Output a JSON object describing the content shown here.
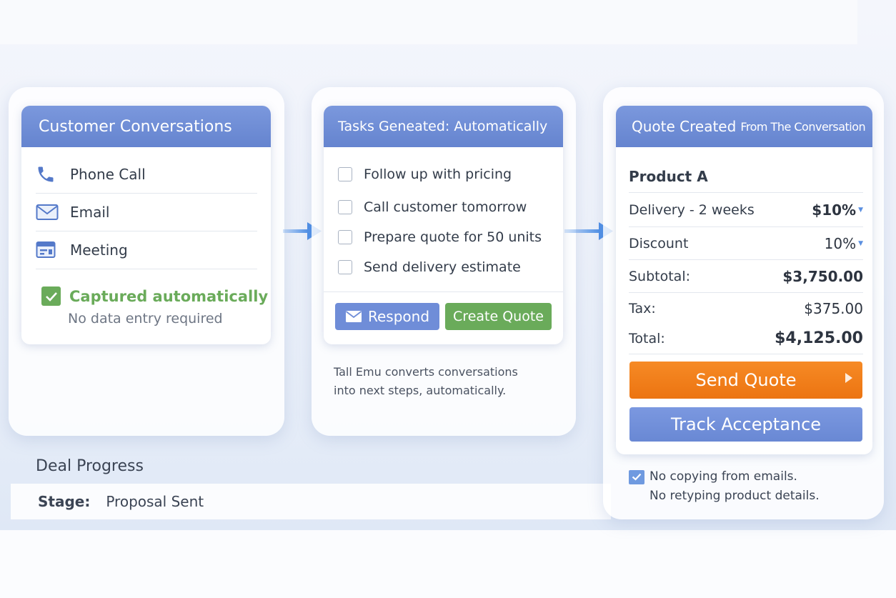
{
  "conversations": {
    "title": "Customer Conversations",
    "items": [
      {
        "label": "Phone Call",
        "icon": "phone-icon"
      },
      {
        "label": "Email",
        "icon": "email-icon"
      },
      {
        "label": "Meeting",
        "icon": "meeting-icon"
      }
    ],
    "captured": "Captured automatically",
    "no_entry": "No data entry required"
  },
  "tasks": {
    "title": "Tasks Geneated: Automatically",
    "items": [
      "Follow up with pricing",
      "Call customer tomorrow",
      "Prepare quote for 50 units",
      "Send delivery estimate"
    ],
    "respond_label": "Respond",
    "create_quote_label": "Create Quote",
    "caption_line1": "Tall Emu converts conversations",
    "caption_line2": "into next steps, automatically."
  },
  "quote": {
    "title_main": "Quote Created",
    "title_sub": "From The Conversation",
    "product": "Product A",
    "rows": [
      {
        "label": "Delivery - 2 weeks",
        "value": "$10%"
      },
      {
        "label": "Discount",
        "value": "10%"
      },
      {
        "label": "Subtotal:",
        "value": "$3,750.00"
      },
      {
        "label": "Tax:",
        "value": "$375.00"
      },
      {
        "label": "Total:",
        "value": "$4,125.00"
      }
    ],
    "send_label": "Send Quote",
    "track_label": "Track Acceptance",
    "note_line1": "No copying from emails.",
    "note_line2": "No retyping product details."
  },
  "deal": {
    "heading": "Deal Progress",
    "stage_label": "Stage:",
    "stage_value": "Proposal Sent"
  },
  "colors": {
    "header_blue": "#6f8dd6",
    "accent_green": "#6aab5a",
    "send_orange": "#f07d1c",
    "track_blue": "#6f8dd8",
    "arrow_blue": "#4d8fe6"
  }
}
